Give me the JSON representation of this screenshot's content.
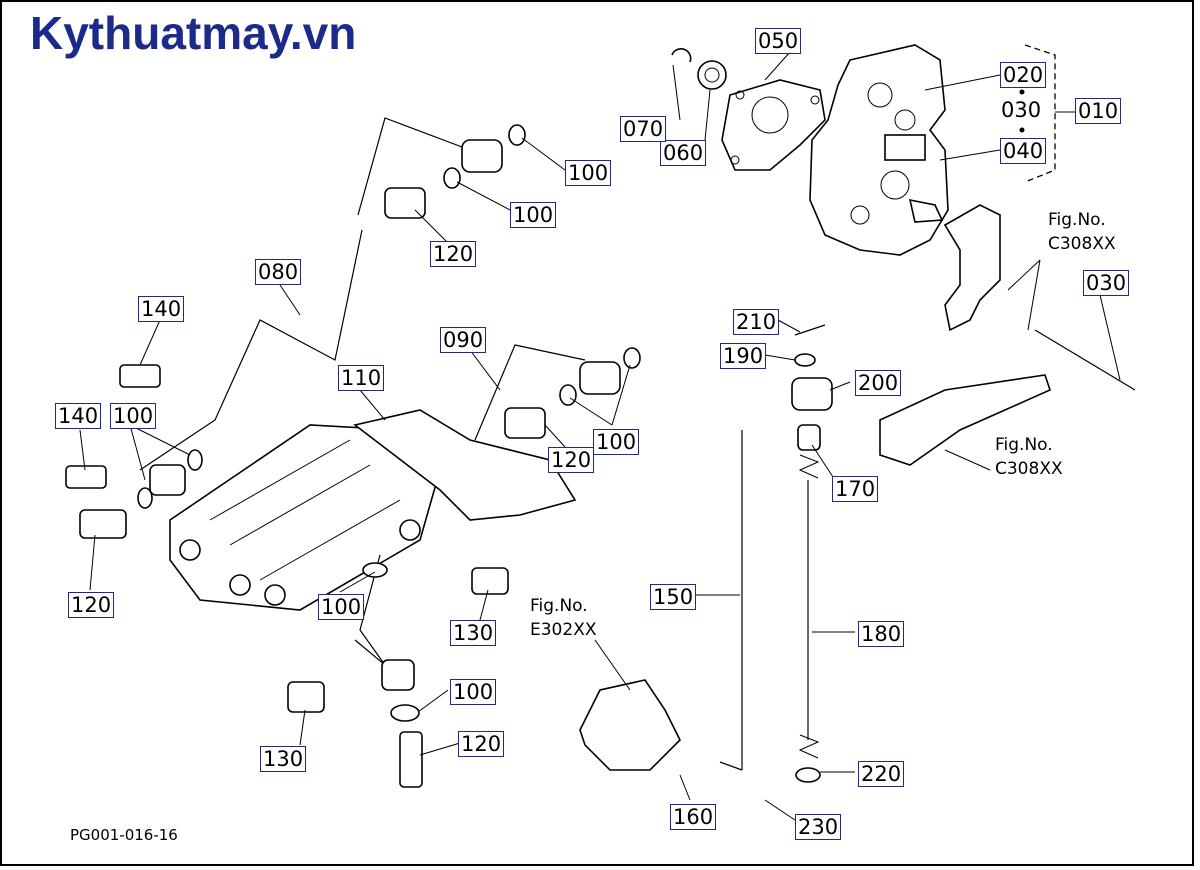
{
  "brand": "Kythuatmay.vn",
  "drawing_code": "PG001-016-16",
  "callouts": {
    "c010": "010",
    "c020": "020",
    "c030a": "030",
    "c040": "040",
    "c050": "050",
    "c060": "060",
    "c070": "070",
    "c080": "080",
    "c090": "090",
    "c100a": "100",
    "c100b": "100",
    "c100c": "100",
    "c100d": "100",
    "c100e": "100",
    "c100f": "100",
    "c110": "110",
    "c120a": "120",
    "c120b": "120",
    "c120c": "120",
    "c120d": "120",
    "c130a": "130",
    "c130b": "130",
    "c140a": "140",
    "c140b": "140",
    "c150": "150",
    "c160": "160",
    "c170": "170",
    "c180": "180",
    "c190": "190",
    "c200": "200",
    "c210": "210",
    "c220": "220",
    "c230": "230",
    "c030b": "030"
  },
  "fig_refs": {
    "fig_label": "Fig.No.",
    "ref1": "C308XX",
    "ref2": "C308XX",
    "ref3": "E302XX"
  }
}
